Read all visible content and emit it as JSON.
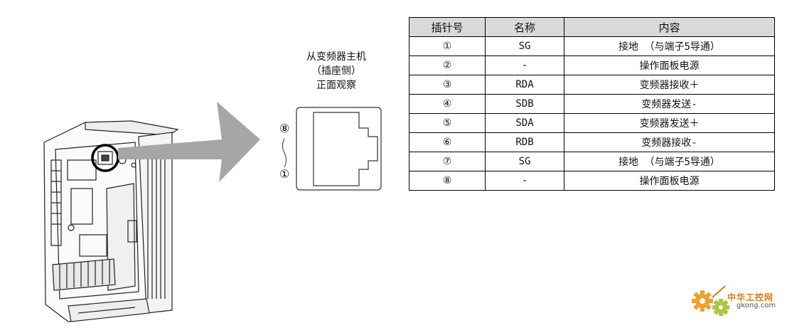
{
  "caption": {
    "line1": "从变频器主机",
    "line2": "（插座侧）",
    "line3": "正面观察"
  },
  "pin_labels": {
    "top": "⑧",
    "bottom": "①"
  },
  "table": {
    "headers": [
      "插针号",
      "名称",
      "内容"
    ],
    "rows": [
      [
        "①",
        "SG",
        "接地 （与端子5导通）"
      ],
      [
        "②",
        "-",
        "操作面板电源"
      ],
      [
        "③",
        "RDA",
        "变频器接收＋"
      ],
      [
        "④",
        "SDB",
        "变频器发送-"
      ],
      [
        "⑤",
        "SDA",
        "变频器发送＋"
      ],
      [
        "⑥",
        "RDB",
        "变频器接收-"
      ],
      [
        "⑦",
        "SG",
        "接地 （与端子5导通）"
      ],
      [
        "⑧",
        "-",
        "操作面板电源"
      ]
    ]
  },
  "watermark": {
    "logo_text": "中华工控网",
    "url": "gkong.com"
  },
  "icons": {
    "inverter": "inverter-drawing",
    "arrow": "grey-arrow-right",
    "connector": "rj45-socket",
    "logo": "gear-logo"
  }
}
